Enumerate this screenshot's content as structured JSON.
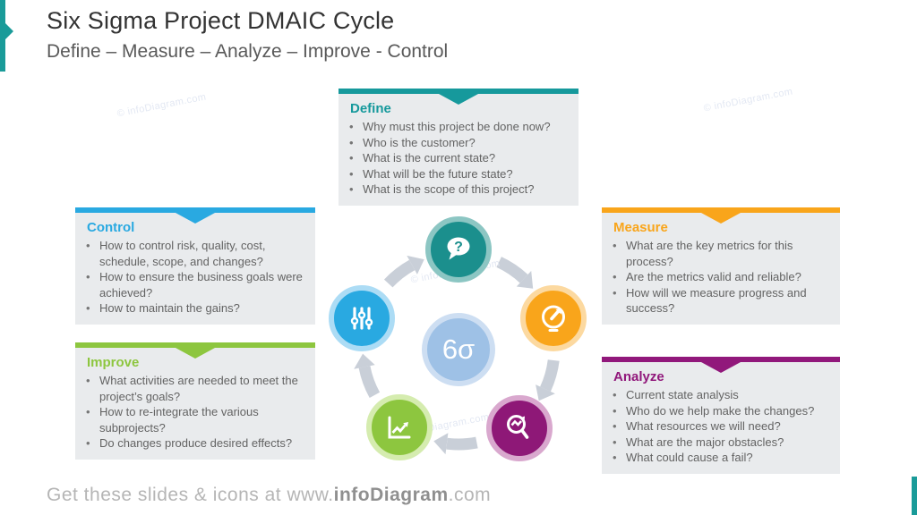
{
  "header": {
    "title": "Six Sigma Project DMAIC Cycle",
    "subtitle": "Define – Measure – Analyze – Improve - Control"
  },
  "accents": {
    "slide_teal": "#1a9b99"
  },
  "watermark": {
    "text": "© infoDiagram.com"
  },
  "cards": {
    "define": {
      "label": "Define",
      "color": "#16999c",
      "bullets": [
        "Why must this project be done now?",
        "Who is the customer?",
        "What is the current state?",
        "What will be the future state?",
        "What is the scope of this project?"
      ]
    },
    "measure": {
      "label": "Measure",
      "color": "#f9a51b",
      "bullets": [
        "What are the key metrics for this process?",
        "Are the metrics valid and reliable?",
        "How will we measure progress and success?"
      ]
    },
    "analyze": {
      "label": "Analyze",
      "color": "#91187b",
      "bullets": [
        "Current state analysis",
        "Who do we help make the changes?",
        "What resources we will need?",
        "What are the major obstacles?",
        "What could cause a fail?"
      ]
    },
    "control": {
      "label": "Control",
      "color": "#29a9e1",
      "bullets": [
        "How to control risk, quality, cost, schedule, scope, and changes?",
        "How to ensure the business goals were achieved?",
        "How to maintain the gains?"
      ]
    },
    "improve": {
      "label": "Improve",
      "color": "#8dc63f",
      "bullets": [
        "What activities are needed to meet the project’s goals?",
        "How to re-integrate the various subprojects?",
        "Do changes produce desired effects?"
      ]
    }
  },
  "cycle": {
    "center_label": "6σ",
    "center_fill": "#9ec1e6",
    "center_ring": "#cddef2",
    "arrow_color": "#c9cfd8",
    "nodes": [
      {
        "id": "define",
        "icon": "question-bubble-icon",
        "color": "#1b8f8d",
        "ring": "#8cc6c3"
      },
      {
        "id": "measure",
        "icon": "gauge-icon",
        "color": "#f9a51b",
        "ring": "#fcd9a0"
      },
      {
        "id": "analyze",
        "icon": "magnifier-trend-icon",
        "color": "#8e1877",
        "ring": "#d9a8ce"
      },
      {
        "id": "improve",
        "icon": "line-chart-icon",
        "color": "#8dc63f",
        "ring": "#d5ecaf"
      },
      {
        "id": "control",
        "icon": "sliders-icon",
        "color": "#29a9e1",
        "ring": "#acdcf5"
      }
    ]
  },
  "footer": {
    "prefix": "Get these slides & icons at www.",
    "brand": "infoDiagram",
    "suffix": ".com"
  }
}
